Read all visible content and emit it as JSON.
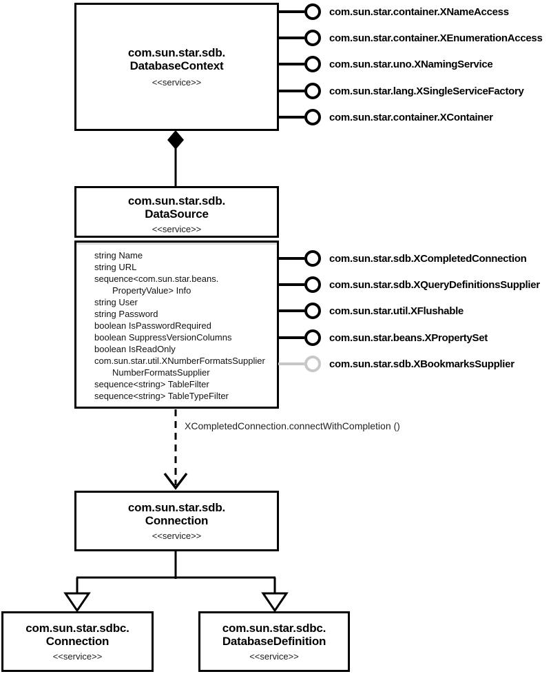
{
  "colors": {
    "line": "#000000",
    "optional_connector": "#c8c8c8",
    "compartment_shadow": "#dcdcdc"
  },
  "database_context": {
    "title1": "com.sun.star.sdb.",
    "title2": "DatabaseContext",
    "stereotype": "<<service>>",
    "interfaces": [
      {
        "label": "com.sun.star.container.XNameAccess"
      },
      {
        "label": "com.sun.star.container.XEnumerationAccess"
      },
      {
        "label": "com.sun.star.uno.XNamingService"
      },
      {
        "label": "com.sun.star.lang.XSingleServiceFactory"
      },
      {
        "label": "com.sun.star.container.XContainer"
      }
    ]
  },
  "data_source": {
    "title1": "com.sun.star.sdb.",
    "title2": "DataSource",
    "stereotype": "<<service>>",
    "attributes": [
      {
        "text": "string Name"
      },
      {
        "text": "string URL"
      },
      {
        "text": "sequence<com.sun.star.beans."
      },
      {
        "text": "PropertyValue> Info",
        "indent": true
      },
      {
        "text": "string User"
      },
      {
        "text": "string Password"
      },
      {
        "text": "boolean IsPasswordRequired"
      },
      {
        "text": "boolean SuppressVersionColumns"
      },
      {
        "text": "boolean IsReadOnly"
      },
      {
        "text": "com.sun.star.util.XNumberFormatsSupplier"
      },
      {
        "text": "NumberFormatsSupplier",
        "indent": true
      },
      {
        "text": "sequence<string> TableFilter"
      },
      {
        "text": "sequence<string> TableTypeFilter"
      }
    ],
    "interfaces": [
      {
        "label": "com.sun.star.sdb.XCompletedConnection",
        "optional": false
      },
      {
        "label": "com.sun.star.sdb.XQueryDefinitionsSupplier",
        "optional": false
      },
      {
        "label": "com.sun.star.util.XFlushable",
        "optional": false
      },
      {
        "label": "com.sun.star.beans.XPropertySet",
        "optional": false
      },
      {
        "label": "com.sun.star.sdb.XBookmarksSupplier",
        "optional": true
      }
    ]
  },
  "connector_labels": {
    "connect_with_completion": "XCompletedConnection.connectWithCompletion ()"
  },
  "connection": {
    "title1": "com.sun.star.sdb.",
    "title2": "Connection",
    "stereotype": "<<service>>"
  },
  "sdbc_connection": {
    "title1": "com.sun.star.sdbc.",
    "title2": "Connection",
    "stereotype": "<<service>>"
  },
  "sdbc_database_definition": {
    "title1": "com.sun.star.sdbc.",
    "title2": "DatabaseDefinition",
    "stereotype": "<<service>>"
  }
}
